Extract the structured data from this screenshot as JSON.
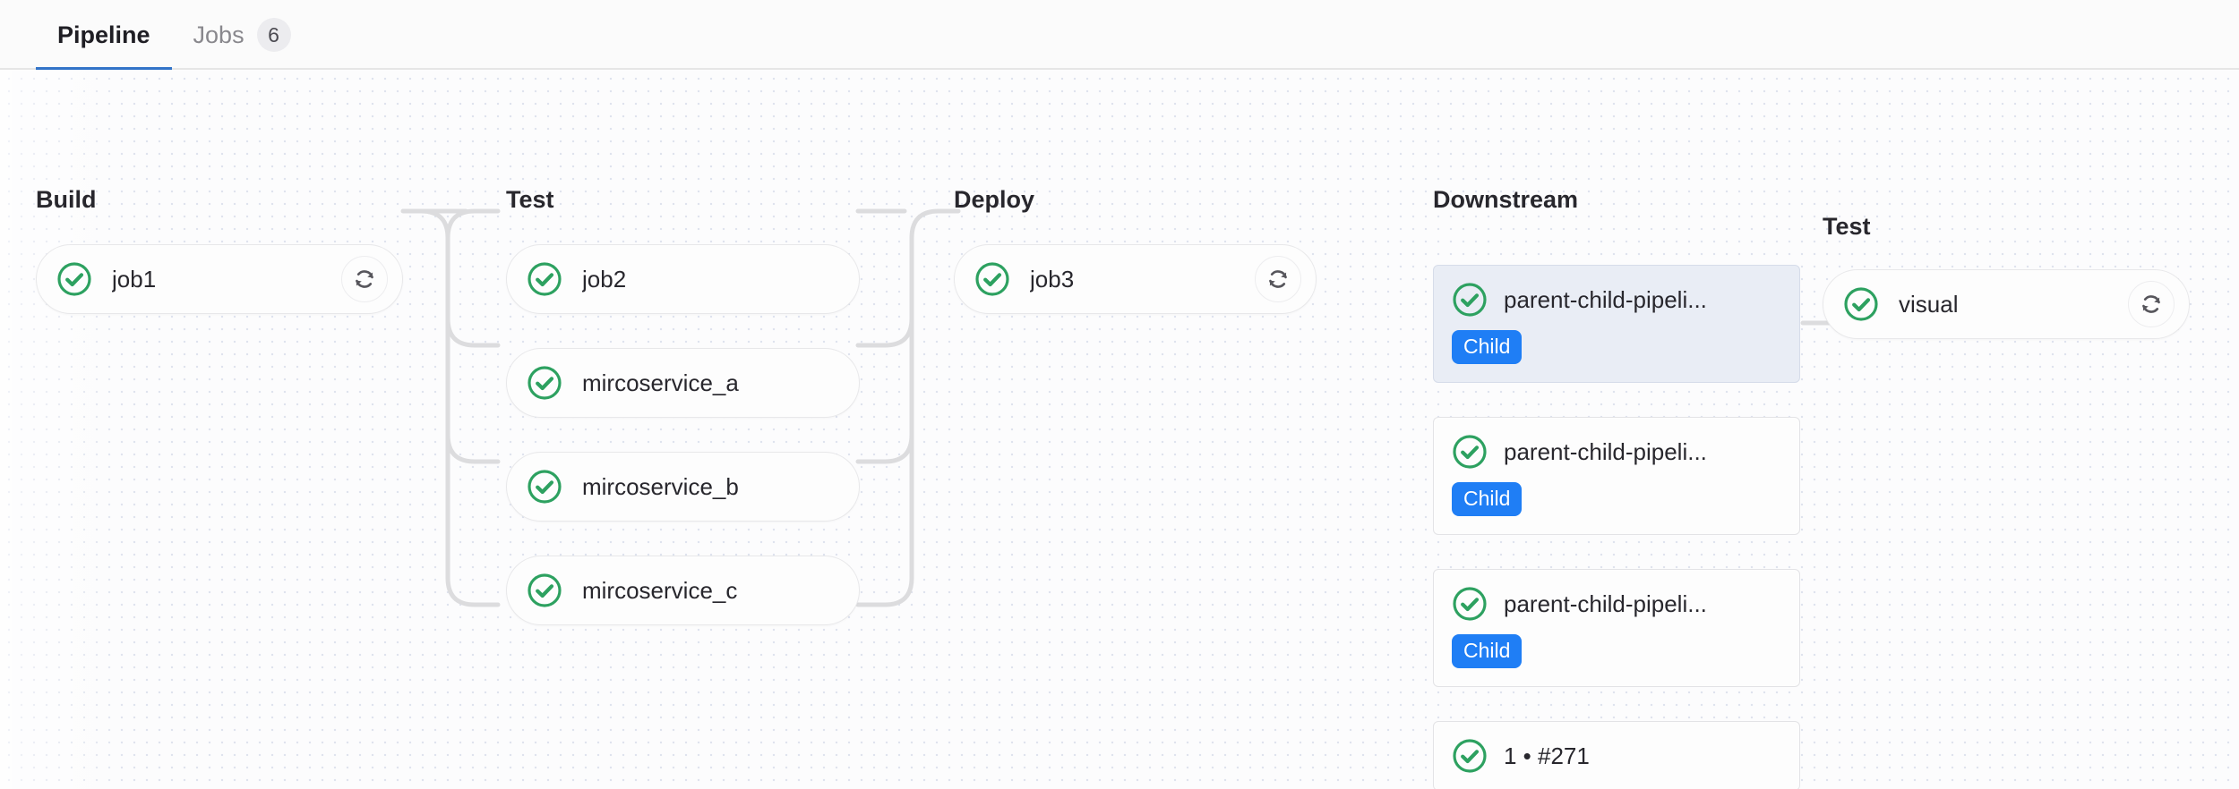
{
  "tabs": [
    {
      "label": "Pipeline",
      "active": true,
      "badge": null
    },
    {
      "label": "Jobs",
      "active": false,
      "badge": "6"
    }
  ],
  "colors": {
    "accent_tab_underline": "#3273c8",
    "status_success": "#2da160",
    "badge_child": "#1f7ef5",
    "selected_card_bg": "#e9edf5",
    "connector": "#dcdcde"
  },
  "stages": [
    {
      "title": "Build",
      "jobs": [
        {
          "label": "job1",
          "status": "success",
          "status_icon": "status-success-icon",
          "retry_icon": "retry-icon",
          "has_retry": true
        }
      ]
    },
    {
      "title": "Test",
      "jobs": [
        {
          "label": "job2",
          "status": "success",
          "status_icon": "status-success-icon",
          "has_retry": false
        },
        {
          "label": "mircoservice_a",
          "status": "success",
          "status_icon": "status-success-icon",
          "has_retry": false
        },
        {
          "label": "mircoservice_b",
          "status": "success",
          "status_icon": "status-success-icon",
          "has_retry": false
        },
        {
          "label": "mircoservice_c",
          "status": "success",
          "status_icon": "status-success-icon",
          "has_retry": false
        }
      ]
    },
    {
      "title": "Deploy",
      "jobs": [
        {
          "label": "job3",
          "status": "success",
          "status_icon": "status-success-icon",
          "retry_icon": "retry-icon",
          "has_retry": true
        }
      ]
    }
  ],
  "downstream": {
    "title": "Downstream",
    "cards": [
      {
        "label": "parent-child-pipeli...",
        "badge": "Child",
        "status": "success",
        "status_icon": "status-success-icon",
        "selected": true
      },
      {
        "label": "parent-child-pipeli...",
        "badge": "Child",
        "status": "success",
        "status_icon": "status-success-icon",
        "selected": false
      },
      {
        "label": "parent-child-pipeli...",
        "badge": "Child",
        "status": "success",
        "status_icon": "status-success-icon",
        "selected": false
      },
      {
        "label": "1 • #271",
        "badge": null,
        "status": "success",
        "status_icon": "status-success-icon",
        "selected": false
      }
    ]
  },
  "child_pipeline": {
    "title": "Test",
    "jobs": [
      {
        "label": "visual",
        "status": "success",
        "status_icon": "status-success-icon",
        "retry_icon": "retry-icon",
        "has_retry": true
      }
    ]
  }
}
